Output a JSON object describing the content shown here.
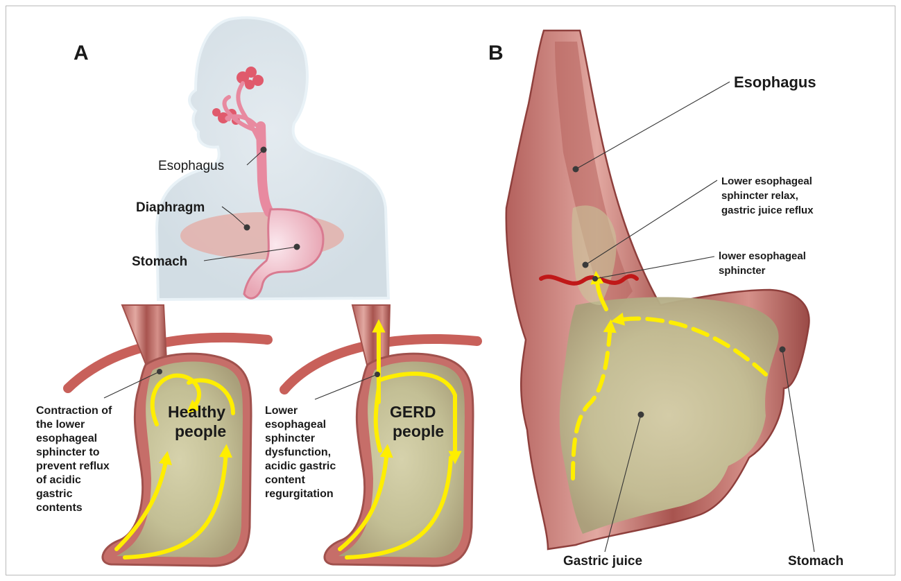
{
  "panels": {
    "a": {
      "letter": "A",
      "body_labels": {
        "esophagus": "Esophagus",
        "diaphragm": "Diaphragm",
        "stomach": "Stomach"
      },
      "healthy": {
        "caption_lines": [
          "Contraction of",
          "the lower",
          "esophageal",
          "sphincter to",
          "prevent reflux",
          "of acidic",
          "gastric",
          "contents"
        ],
        "inner_lines": [
          "Healthy",
          "people"
        ]
      },
      "gerd": {
        "caption_lines": [
          "Lower",
          "esophageal",
          "sphincter",
          "dysfunction,",
          "acidic gastric",
          "content",
          "regurgitation"
        ],
        "inner_lines": [
          "GERD",
          "people"
        ]
      }
    },
    "b": {
      "letter": "B",
      "labels": {
        "esophagus": "Esophagus",
        "relax_lines": [
          "Lower esophageal",
          "sphincter relax,",
          "gastric juice reflux"
        ],
        "sphincter_lines": [
          "lower esophageal",
          "sphincter"
        ],
        "gastric_juice": "Gastric juice",
        "stomach": "Stomach"
      }
    }
  },
  "colors": {
    "arrow": "#ffee00",
    "sphincter_line": "#c01818",
    "tissue": "#c9736e",
    "gastric_content": "#c8c49a",
    "body_silhouette": "#dde6ec"
  }
}
